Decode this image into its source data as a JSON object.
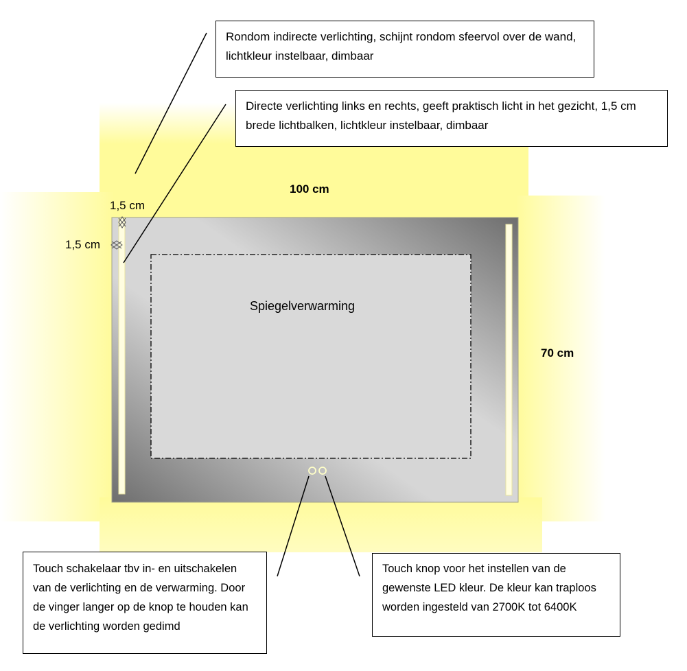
{
  "callouts": {
    "indirect": "Rondom indirecte verlichting, schijnt rondom sfeervol over de wand, lichtkleur instelbaar, dimbaar",
    "direct": "Directe verlichting links en rechts, geeft praktisch licht in het gezicht, 1,5 cm brede lichtbalken, lichtkleur instelbaar, dimbaar",
    "switch": "Touch schakelaar tbv in- en uitschakelen van de verlichting en de verwarming. Door de vinger langer op de knop te houden kan de verlichting worden gedimd",
    "color_button": "Touch knop voor het instellen van de gewenste LED kleur. De kleur kan traploos worden ingesteld van 2700K tot 6400K"
  },
  "dimensions": {
    "width": "100 cm",
    "height": "70 cm",
    "bar_width": "1,5 cm",
    "bar_offset": "1,5 cm"
  },
  "heating_label": "Spiegelverwarming",
  "colors": {
    "glow": "#fffb9a",
    "mirror_dark": "#707070",
    "mirror_light": "#d4d4d4",
    "heating": "#d9d9d9",
    "bar": "#fffde0"
  }
}
